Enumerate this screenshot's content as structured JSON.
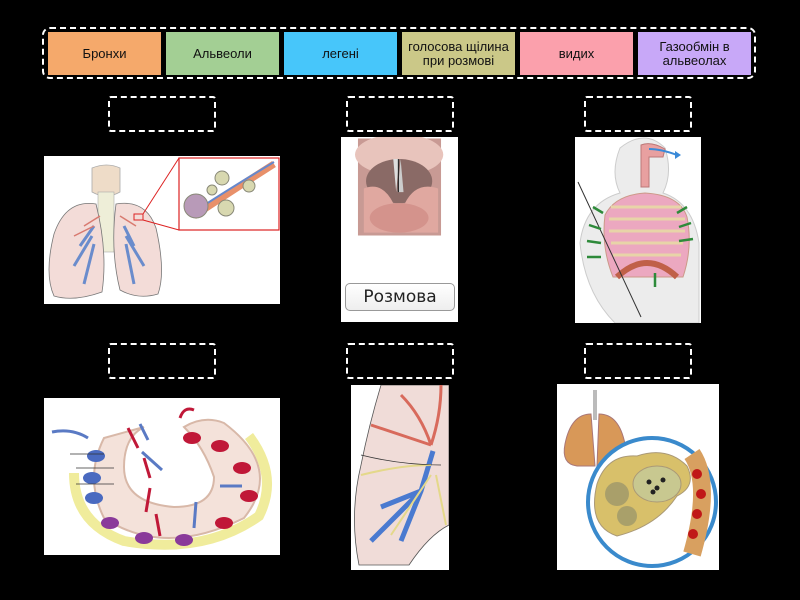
{
  "activity": {
    "type": "match-up",
    "word_bank": [
      {
        "id": "bronkhy",
        "label": "Бронхи",
        "color": "#f5a96b"
      },
      {
        "id": "alveoly",
        "label": "Альвеоли",
        "color": "#a3cf94"
      },
      {
        "id": "leheni",
        "label": "легені",
        "color": "#47c6fa"
      },
      {
        "id": "holosova",
        "label": "голосова щілина при розмові",
        "color": "#cbc888"
      },
      {
        "id": "vydykh",
        "label": "видих",
        "color": "#fba0ac"
      },
      {
        "id": "hazoobmin",
        "label": "Газообмін в альвеолах",
        "color": "#c8a8f8"
      }
    ],
    "cards": [
      {
        "image": "lungs-with-alveoli-inset",
        "answer": ""
      },
      {
        "image": "vocal-cords-speech",
        "caption": "Розмова",
        "answer": ""
      },
      {
        "image": "exhalation-chest-diagram",
        "answer": ""
      },
      {
        "image": "alveolus-gas-exchange-cycle",
        "answer": ""
      },
      {
        "image": "lung-bronchial-tree",
        "answer": ""
      },
      {
        "image": "lungs-alveoli-magnified",
        "answer": ""
      }
    ]
  }
}
